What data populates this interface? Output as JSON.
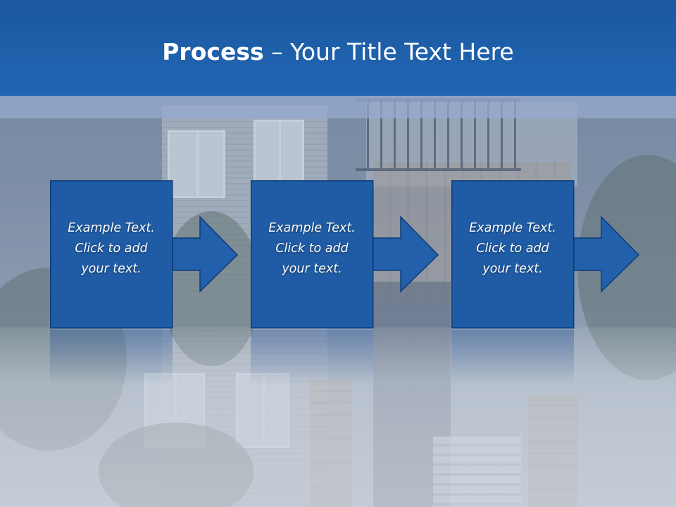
{
  "slide": {
    "title_bold": "Process",
    "title_rest": " – Your Title Text Here"
  },
  "steps": [
    {
      "line1": "Example Text.",
      "line2": "Click  to add",
      "line3": "your text."
    },
    {
      "line1": "Example Text.",
      "line2": "Click  to add",
      "line3": "your text."
    },
    {
      "line1": "Example Text.",
      "line2": "Click  to add",
      "line3": "your text."
    }
  ],
  "colors": {
    "header": "#1e5fa9",
    "box_fill": "#1f5ca5",
    "box_border": "#0e3c78",
    "arrow_fill": "#2260ab",
    "text": "#ffffff"
  },
  "icons": [
    "arrow-right-icon",
    "arrow-right-icon",
    "arrow-right-icon"
  ]
}
